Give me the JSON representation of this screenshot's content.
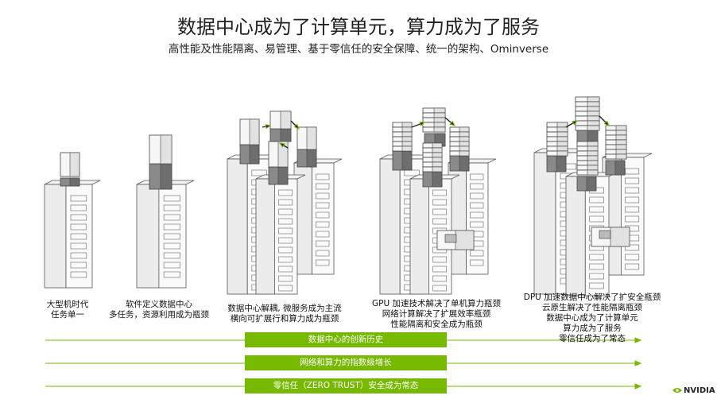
{
  "title": "数据中心成为了计算单元，算力成为了服务",
  "subtitle": "高性能及性能隔离、易管理、基于零信任的安全保障、统一的架构、Ominverse",
  "stages": [
    {
      "lines": [
        "大型机时代",
        "任务单一"
      ]
    },
    {
      "lines": [
        "软件定义数据中心",
        "多任务，资源利用成为瓶颈"
      ]
    },
    {
      "lines": [
        "数据中心解耦, 微服务成为主流",
        "横向可扩展行和算力成为瓶颈"
      ]
    },
    {
      "lines": [
        "GPU 加速技术解决了单机算力瓶颈",
        "网络计算解决了扩展效率瓶颈",
        "性能隔离和安全成为瓶颈"
      ]
    },
    {
      "lines": [
        "DPU 加速数据中心解决了扩安全瓶颈",
        "云原生解决了性能隔离瓶颈",
        "数据中心成为了计算单元",
        "算力成为了服务",
        "零信任成为了常态"
      ]
    }
  ],
  "trends": [
    "数据中心的创新历史",
    "网络和算力的指数级增长",
    "零信任（ZERO TRUST）安全成为常态"
  ],
  "brand": {
    "name": "NVIDIA",
    "accent": "#76b900"
  }
}
